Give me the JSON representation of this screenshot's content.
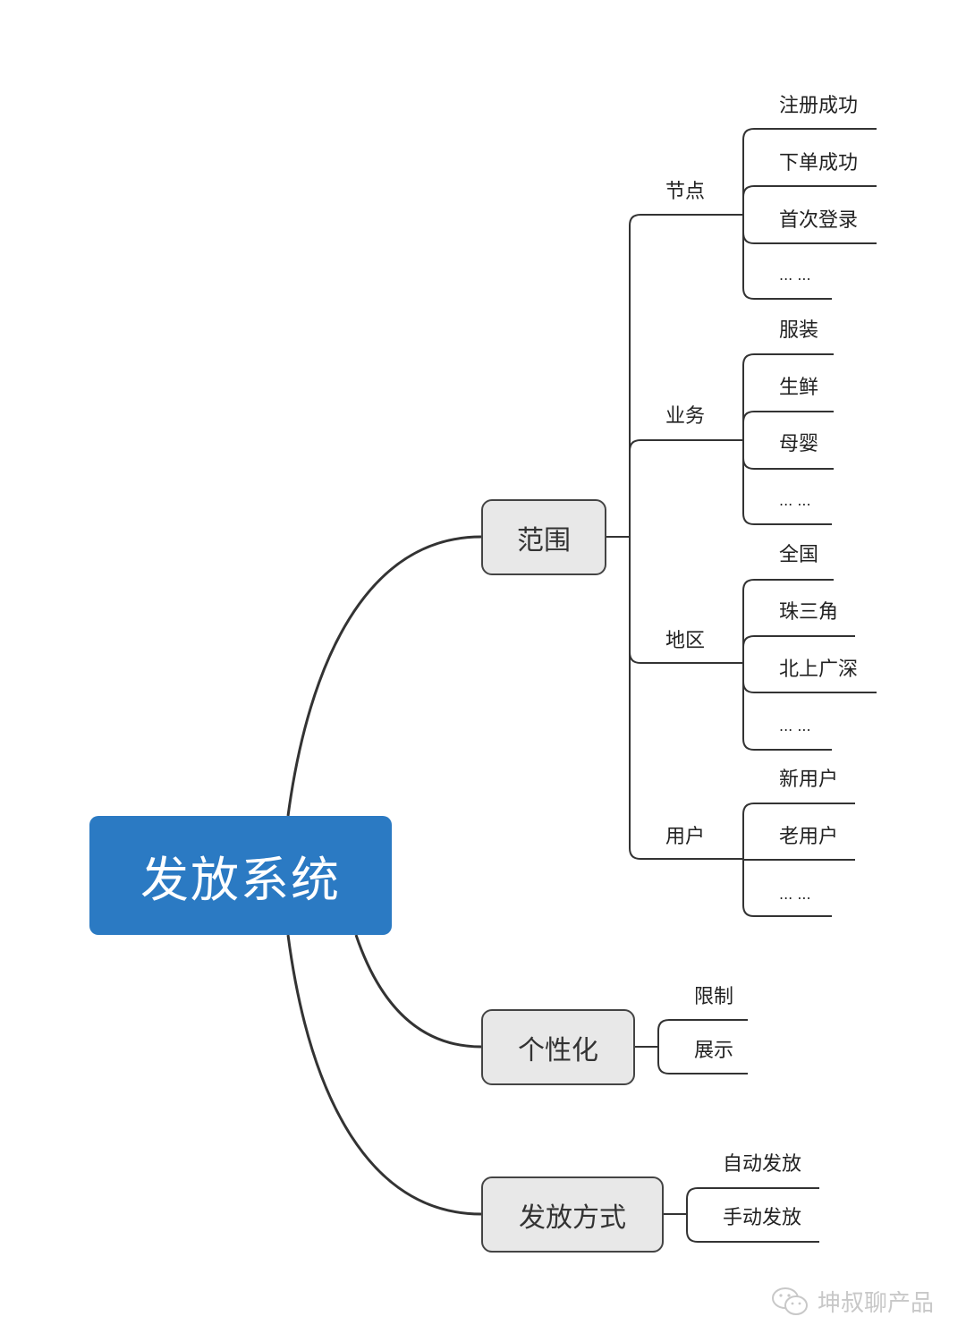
{
  "root": {
    "label": "发放系统",
    "color": "#2B7AC3"
  },
  "branches": [
    {
      "label": "范围",
      "children": [
        {
          "label": "节点",
          "children": [
            "注册成功",
            "下单成功",
            "首次登录",
            "... ..."
          ]
        },
        {
          "label": "业务",
          "children": [
            "服装",
            "生鲜",
            "母婴",
            "... ..."
          ]
        },
        {
          "label": "地区",
          "children": [
            "全国",
            "珠三角",
            "北上广深",
            "... ..."
          ]
        },
        {
          "label": "用户",
          "children": [
            "新用户",
            "老用户",
            "... ..."
          ]
        }
      ]
    },
    {
      "label": "个性化",
      "children": [
        {
          "label": "限制"
        },
        {
          "label": "展示"
        }
      ]
    },
    {
      "label": "发放方式",
      "children": [
        {
          "label": "自动发放"
        },
        {
          "label": "手动发放"
        }
      ]
    }
  ],
  "watermark": {
    "icon": "wechat-icon",
    "text": "坤叔聊产品"
  }
}
